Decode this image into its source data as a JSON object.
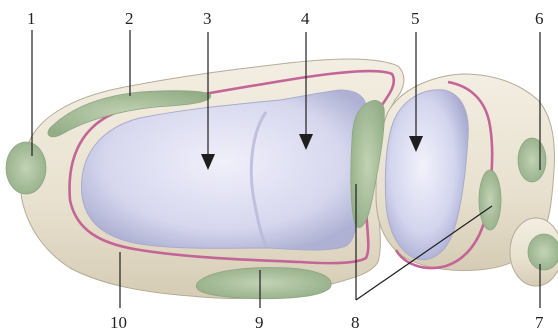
{
  "diagram": {
    "labels": [
      "1",
      "2",
      "3",
      "4",
      "5",
      "6",
      "7",
      "8",
      "9",
      "10"
    ]
  },
  "colors": {
    "bone": "#ece6d6",
    "bone_shadow": "#d9d0bb",
    "cartilage": "#dcdcef",
    "cartilage_shadow": "#b7b9d8",
    "synovial_line": "#c36597",
    "ligament_green": "#a9bf9b",
    "outline": "#9d9584",
    "leader": "#1e1e1e"
  }
}
